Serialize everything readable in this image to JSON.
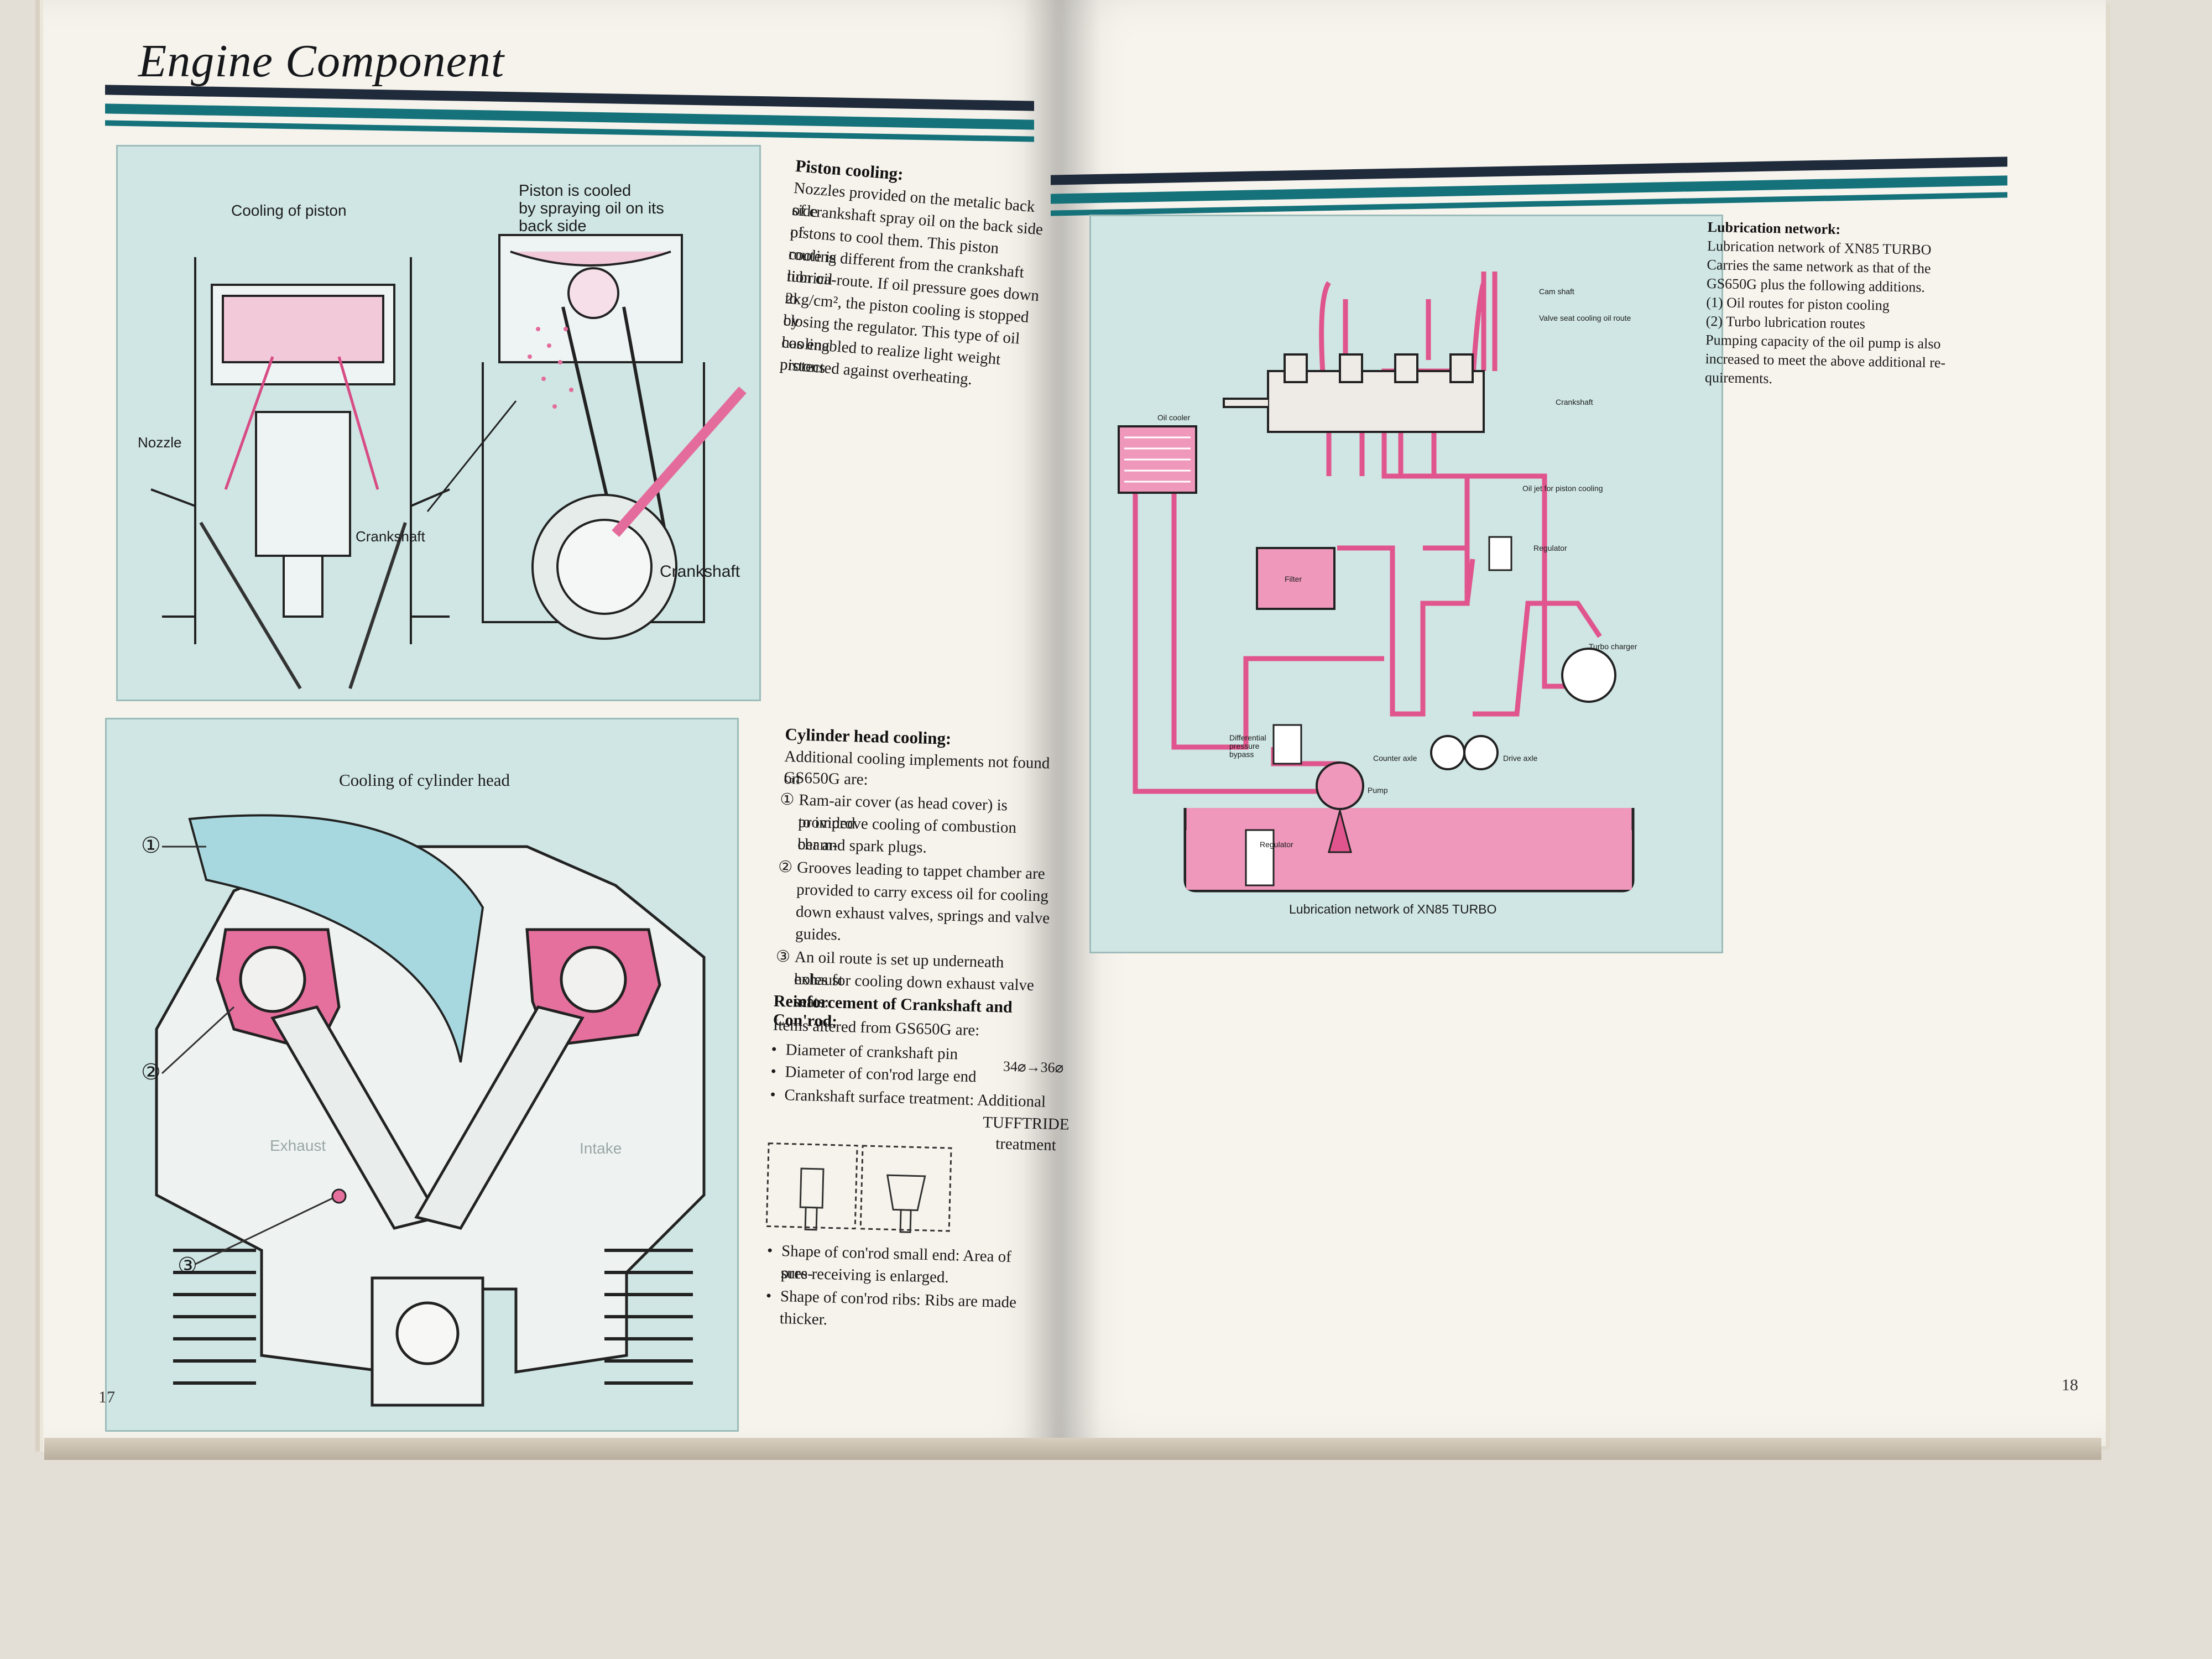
{
  "header": {
    "title": "Engine Component"
  },
  "colors": {
    "teal": "#15727a",
    "navy": "#1f2a3a",
    "figure_bg": "#cfe6e4",
    "pink": "#e46c9c"
  },
  "figures": {
    "piston_left": {
      "title": "Cooling of piston",
      "nozzle": "Nozzle",
      "crankshaft": "Crankshaft"
    },
    "piston_right": {
      "title_line1": "Piston is cooled",
      "title_line2": "by spraying oil on its",
      "title_line3": "back side",
      "crankshaft": "Crankshaft"
    },
    "cylinder_head": {
      "title": "Cooling of cylinder head",
      "marker1": "①",
      "marker2": "②",
      "marker3": "③",
      "exhaust": "Exhaust",
      "intake": "Intake"
    },
    "lubrication": {
      "caption": "Lubrication network of XN85 TURBO",
      "cam_shaft": "Cam shaft",
      "valve_seat": "Valve seat cooling oil route",
      "crankshaft": "Crankshaft",
      "oil_cooler": "Oil cooler",
      "oil_jet": "Oil jet for piston cooling",
      "regulator_top": "Regulator",
      "filter": "Filter",
      "turbo": "Turbo charger",
      "diff_line1": "Differential",
      "diff_line2": "pressure",
      "diff_line3": "bypass",
      "counter_axle": "Counter axle",
      "drive_axle": "Drive axle",
      "pump": "Pump",
      "regulator_bottom": "Regulator"
    }
  },
  "piston_cooling": {
    "heading": "Piston cooling:",
    "lines": [
      "Nozzles provided on the metalic back side",
      "of crankshaft spray oil on the back side of",
      "pistons to cool them. This piston cooling",
      "route is different from the crankshaft lubrica-",
      "tion oil route. If oil pressure goes down to",
      "2kg/cm², the piston cooling is stopped by",
      "closing the regulator. This type of oil cooling",
      "has enabled to realize light weight pistons",
      "protected against overheating."
    ]
  },
  "cylinder_head_cooling": {
    "heading": "Cylinder head cooling:",
    "intro_line1": "Additional cooling implements not found on",
    "intro_line2": "GS650G are:",
    "items": [
      {
        "marker": "①",
        "lines": [
          "Ram-air cover (as head cover) is provided",
          "to improve cooling of combustion cham-",
          "ber and spark plugs."
        ]
      },
      {
        "marker": "②",
        "lines": [
          "Grooves leading to tappet chamber are",
          "provided to carry excess oil for cooling",
          "down exhaust valves, springs and valve",
          "guides."
        ]
      },
      {
        "marker": "③",
        "lines": [
          "An oil route is set up underneath exhaust",
          "holes for cooling down exhaust valve seats."
        ]
      }
    ]
  },
  "reinforcement": {
    "heading": "Reinforcement of Crankshaft and Con'rod:",
    "intro": "Items altered from GS650G are:",
    "bullet1": "Diameter of crankshaft pin",
    "bullet2": "Diameter of con'rod large end",
    "dimension": "34⌀→36⌀",
    "bullet3": "Crankshaft surface treatment: Additional",
    "bullet3_line2": "TUFFTRIDE",
    "bullet3_line3": "treatment",
    "bullet4_line1": "Shape of con'rod small end: Area of pres-",
    "bullet4_line2": "sure receiving is enlarged.",
    "bullet5_line1": "Shape of con'rod ribs: Ribs are made",
    "bullet5_line2": "thicker."
  },
  "lubrication_network": {
    "heading": "Lubrication network:",
    "lines": [
      "Lubrication network of XN85 TURBO",
      "Carries the same network as that of the",
      "GS650G plus the following additions.",
      "(1) Oil routes for piston cooling",
      "(2) Turbo lubrication routes",
      "Pumping capacity of the oil pump is also",
      "increased to meet the above additional re-",
      "quirements."
    ]
  },
  "page_numbers": {
    "left": "17",
    "right": "18"
  }
}
